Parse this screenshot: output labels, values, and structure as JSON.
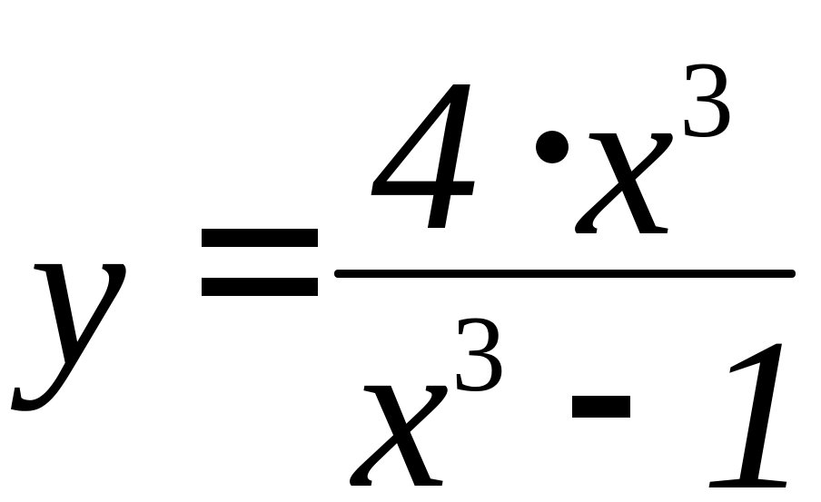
{
  "formula": {
    "lhs": "y",
    "numerator": {
      "coefficient": "4",
      "operator": "·",
      "variable": "x",
      "exponent": "3"
    },
    "denominator": {
      "variable": "x",
      "exponent": "3",
      "operator": "-",
      "constant": "1"
    }
  }
}
